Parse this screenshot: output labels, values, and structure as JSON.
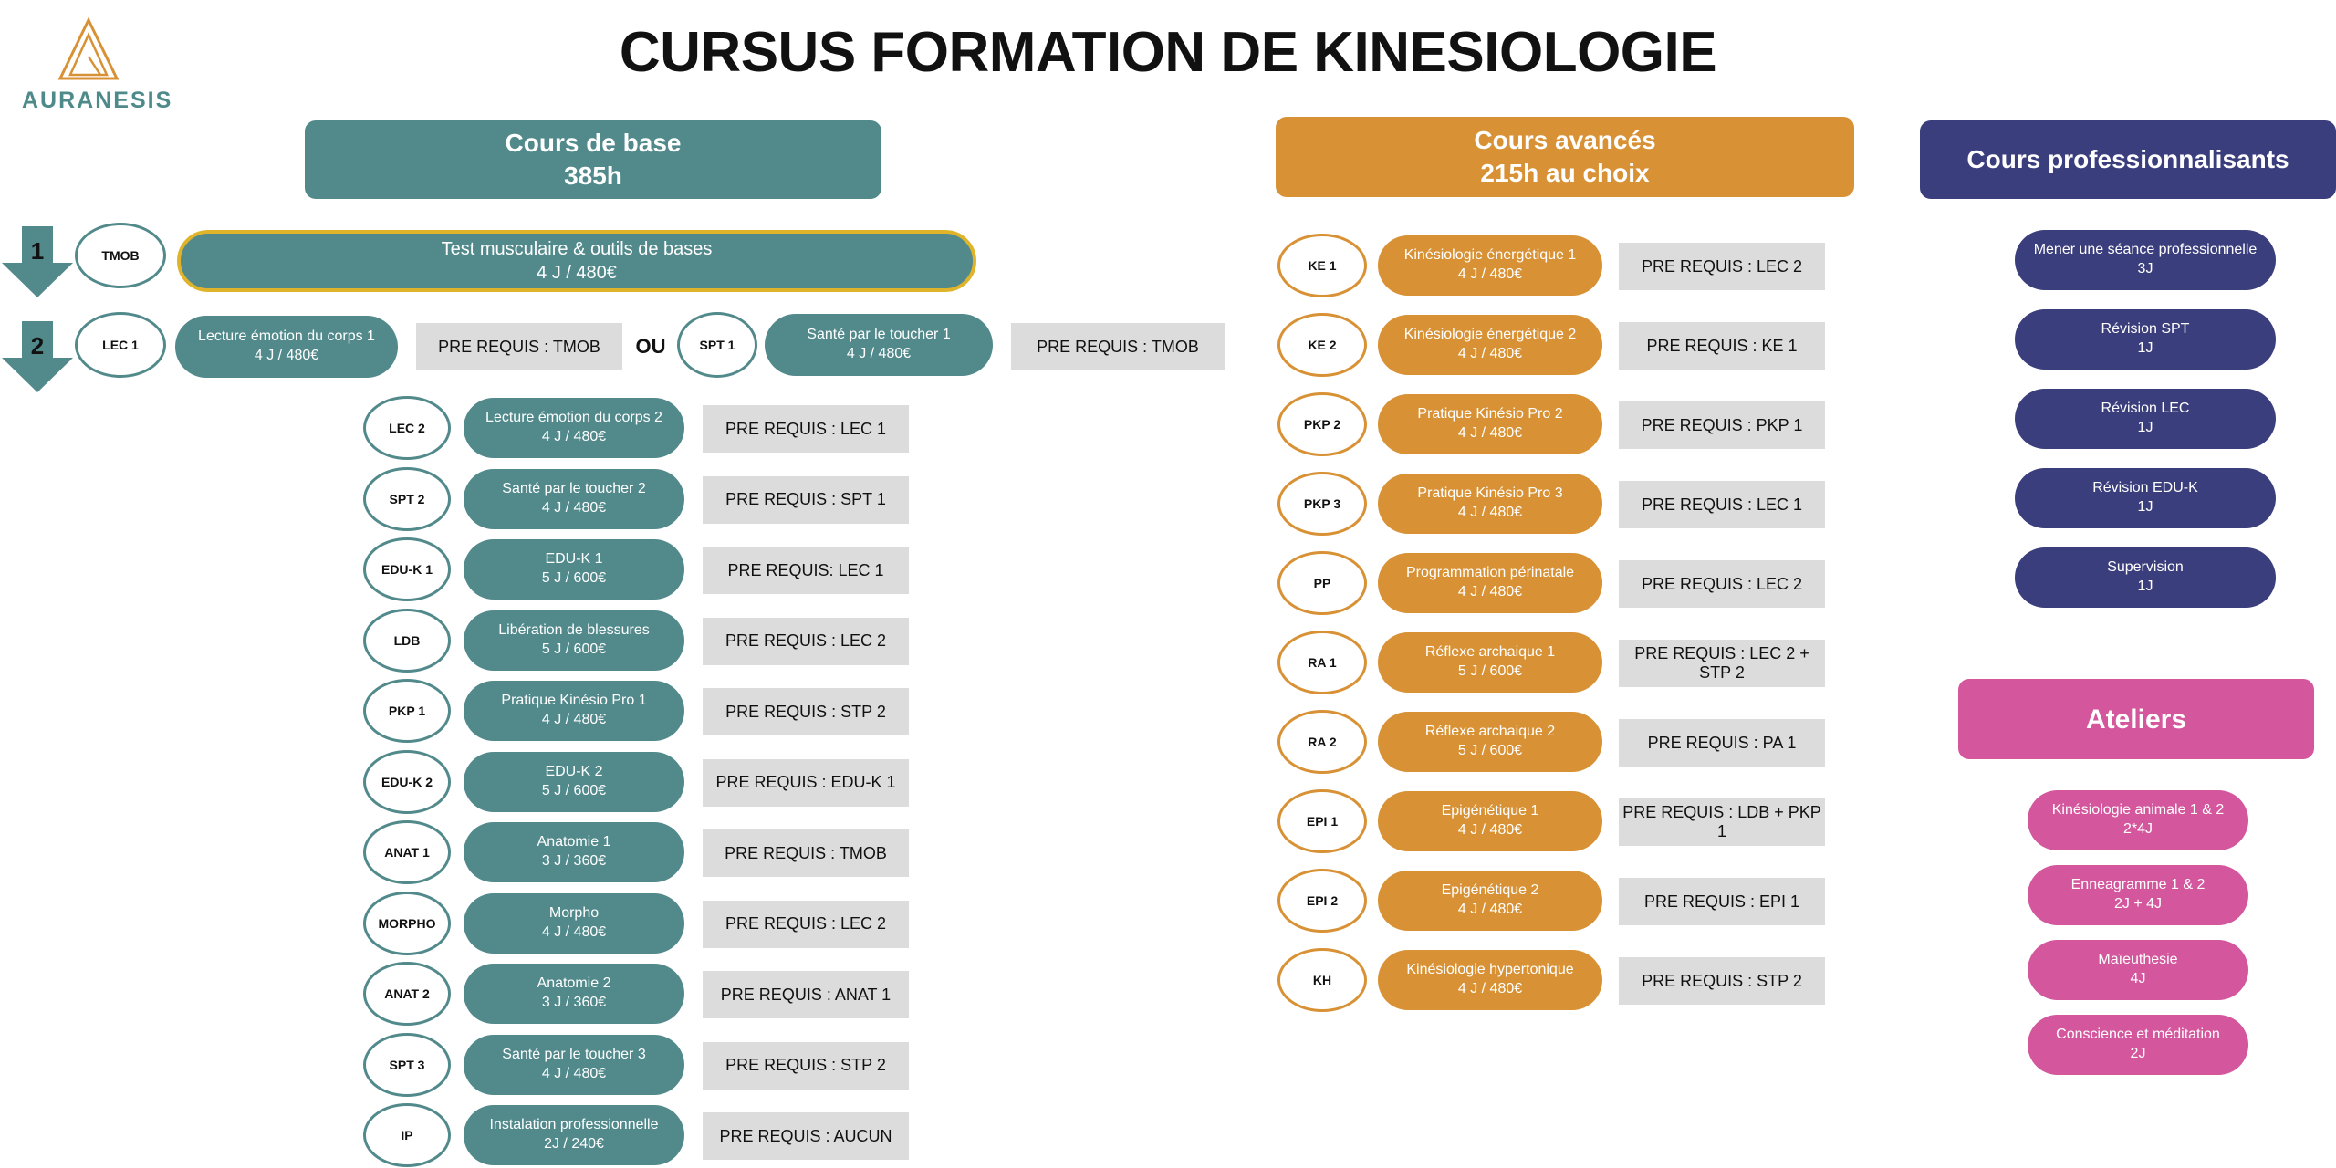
{
  "brand": {
    "name": "AURANESIS"
  },
  "title": "CURSUS FORMATION DE KINESIOLOGIE",
  "colors": {
    "teal": "#528a8c",
    "orange": "#d89235",
    "navy": "#3b3e7c",
    "pink": "#d4569d",
    "gold_border": "#e0b42a",
    "prereq_bg": "#dcdcdc"
  },
  "sections": {
    "base": {
      "title": "Cours de base",
      "hours": "385h"
    },
    "advanced": {
      "title": "Cours avancés",
      "hours": "215h au choix"
    },
    "professional": {
      "title": "Cours professionnalisants"
    },
    "workshops": {
      "title": "Ateliers"
    }
  },
  "steps": {
    "step1": {
      "number": "1",
      "code": "TMOB",
      "course": "Test musculaire & outils de bases",
      "detail": "4 J / 480€"
    },
    "step2": {
      "number": "2",
      "or_label": "OU",
      "optionA": {
        "code": "LEC 1",
        "course": "Lecture émotion du corps 1",
        "detail": "4 J / 480€",
        "prereq": "PRE REQUIS : TMOB"
      },
      "optionB": {
        "code": "SPT 1",
        "course": "Santé par le toucher 1",
        "detail": "4 J / 480€",
        "prereq": "PRE REQUIS : TMOB"
      }
    }
  },
  "base_courses": [
    {
      "code": "LEC 2",
      "course": "Lecture émotion du corps 2",
      "detail": "4 J / 480€",
      "prereq": "PRE REQUIS : LEC 1"
    },
    {
      "code": "SPT 2",
      "course": "Santé par le toucher 2",
      "detail": "4 J / 480€",
      "prereq": "PRE REQUIS : SPT 1"
    },
    {
      "code": "EDU-K 1",
      "course": "EDU-K 1",
      "detail": "5 J / 600€",
      "prereq": "PRE REQUIS: LEC 1"
    },
    {
      "code": "LDB",
      "course": "Libération de blessures",
      "detail": "5 J / 600€",
      "prereq": "PRE REQUIS : LEC 2"
    },
    {
      "code": "PKP 1",
      "course": "Pratique Kinésio Pro 1",
      "detail": "4 J / 480€",
      "prereq": "PRE REQUIS : STP 2"
    },
    {
      "code": "EDU-K 2",
      "course": "EDU-K 2",
      "detail": "5 J / 600€",
      "prereq": "PRE REQUIS : EDU-K 1"
    },
    {
      "code": "ANAT 1",
      "course": "Anatomie 1",
      "detail": "3 J / 360€",
      "prereq": "PRE REQUIS : TMOB"
    },
    {
      "code": "MORPHO",
      "course": "Morpho",
      "detail": "4 J / 480€",
      "prereq": "PRE REQUIS : LEC 2"
    },
    {
      "code": "ANAT 2",
      "course": "Anatomie 2",
      "detail": "3 J / 360€",
      "prereq": "PRE REQUIS : ANAT 1"
    },
    {
      "code": "SPT 3",
      "course": "Santé par le toucher 3",
      "detail": "4 J / 480€",
      "prereq": "PRE REQUIS : STP 2"
    },
    {
      "code": "IP",
      "course": "Instalation professionnelle",
      "detail": "2J / 240€",
      "prereq": "PRE REQUIS : AUCUN"
    }
  ],
  "advanced_courses": [
    {
      "code": "KE 1",
      "course": "Kinésiologie énergétique 1",
      "detail": "4 J / 480€",
      "prereq": "PRE REQUIS : LEC 2"
    },
    {
      "code": "KE 2",
      "course": "Kinésiologie énergétique 2",
      "detail": "4 J / 480€",
      "prereq": "PRE REQUIS : KE 1"
    },
    {
      "code": "PKP 2",
      "course": "Pratique Kinésio Pro 2",
      "detail": "4 J / 480€",
      "prereq": "PRE REQUIS : PKP 1"
    },
    {
      "code": "PKP 3",
      "course": "Pratique Kinésio Pro 3",
      "detail": "4 J / 480€",
      "prereq": "PRE REQUIS : LEC 1"
    },
    {
      "code": "PP",
      "course": "Programmation périnatale",
      "detail": "4 J / 480€",
      "prereq": "PRE REQUIS : LEC 2"
    },
    {
      "code": "RA 1",
      "course": "Réflexe archaique 1",
      "detail": "5 J / 600€",
      "prereq": "PRE REQUIS : LEC 2 + STP 2"
    },
    {
      "code": "RA 2",
      "course": "Réflexe archaique 2",
      "detail": "5 J / 600€",
      "prereq": "PRE REQUIS : PA 1"
    },
    {
      "code": "EPI 1",
      "course": "Epigénétique 1",
      "detail": "4 J / 480€",
      "prereq": "PRE REQUIS : LDB + PKP 1"
    },
    {
      "code": "EPI 2",
      "course": "Epigénétique 2",
      "detail": "4 J / 480€",
      "prereq": "PRE REQUIS : EPI 1"
    },
    {
      "code": "KH",
      "course": "Kinésiologie hypertonique",
      "detail": "4 J / 480€",
      "prereq": "PRE REQUIS : STP 2"
    }
  ],
  "professional_courses": [
    {
      "course": "Mener une séance professionnelle",
      "detail": "3J"
    },
    {
      "course": "Révision SPT",
      "detail": "1J"
    },
    {
      "course": "Révision LEC",
      "detail": "1J"
    },
    {
      "course": "Révision EDU-K",
      "detail": "1J"
    },
    {
      "course": "Supervision",
      "detail": "1J"
    }
  ],
  "workshops": [
    {
      "course": "Kinésiologie animale 1 & 2",
      "detail": "2*4J"
    },
    {
      "course": "Enneagramme 1 & 2",
      "detail": "2J + 4J"
    },
    {
      "course": "Maïeuthesie",
      "detail": "4J"
    },
    {
      "course": "Conscience et méditation",
      "detail": "2J"
    }
  ]
}
